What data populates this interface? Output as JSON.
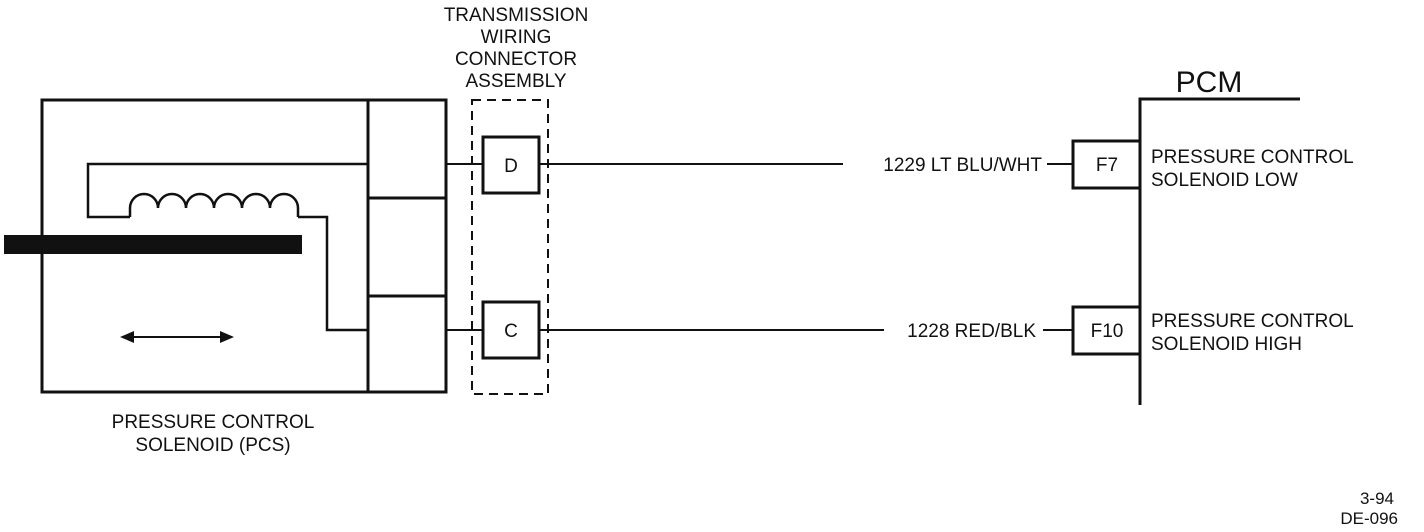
{
  "connector": {
    "title_lines": [
      "TRANSMISSION",
      "WIRING",
      "CONNECTOR",
      "ASSEMBLY"
    ],
    "pins": [
      {
        "id": "D",
        "label": "D"
      },
      {
        "id": "C",
        "label": "C"
      }
    ]
  },
  "solenoid": {
    "caption_lines": [
      "PRESSURE CONTROL",
      "SOLENOID (PCS)"
    ]
  },
  "pcm": {
    "title": "PCM",
    "terminals": [
      {
        "id": "F7",
        "label": "F7",
        "function_lines": [
          "PRESSURE CONTROL",
          "SOLENOID LOW"
        ]
      },
      {
        "id": "F10",
        "label": "F10",
        "function_lines": [
          "PRESSURE CONTROL",
          "SOLENOID HIGH"
        ]
      }
    ]
  },
  "wires": [
    {
      "circuit": "1229 LT BLU/WHT",
      "from_pin": "D",
      "to_terminal": "F7"
    },
    {
      "circuit": "1228 RED/BLK",
      "from_pin": "C",
      "to_terminal": "F10"
    }
  ],
  "footer": {
    "date": "3-94",
    "code": "DE-096"
  }
}
